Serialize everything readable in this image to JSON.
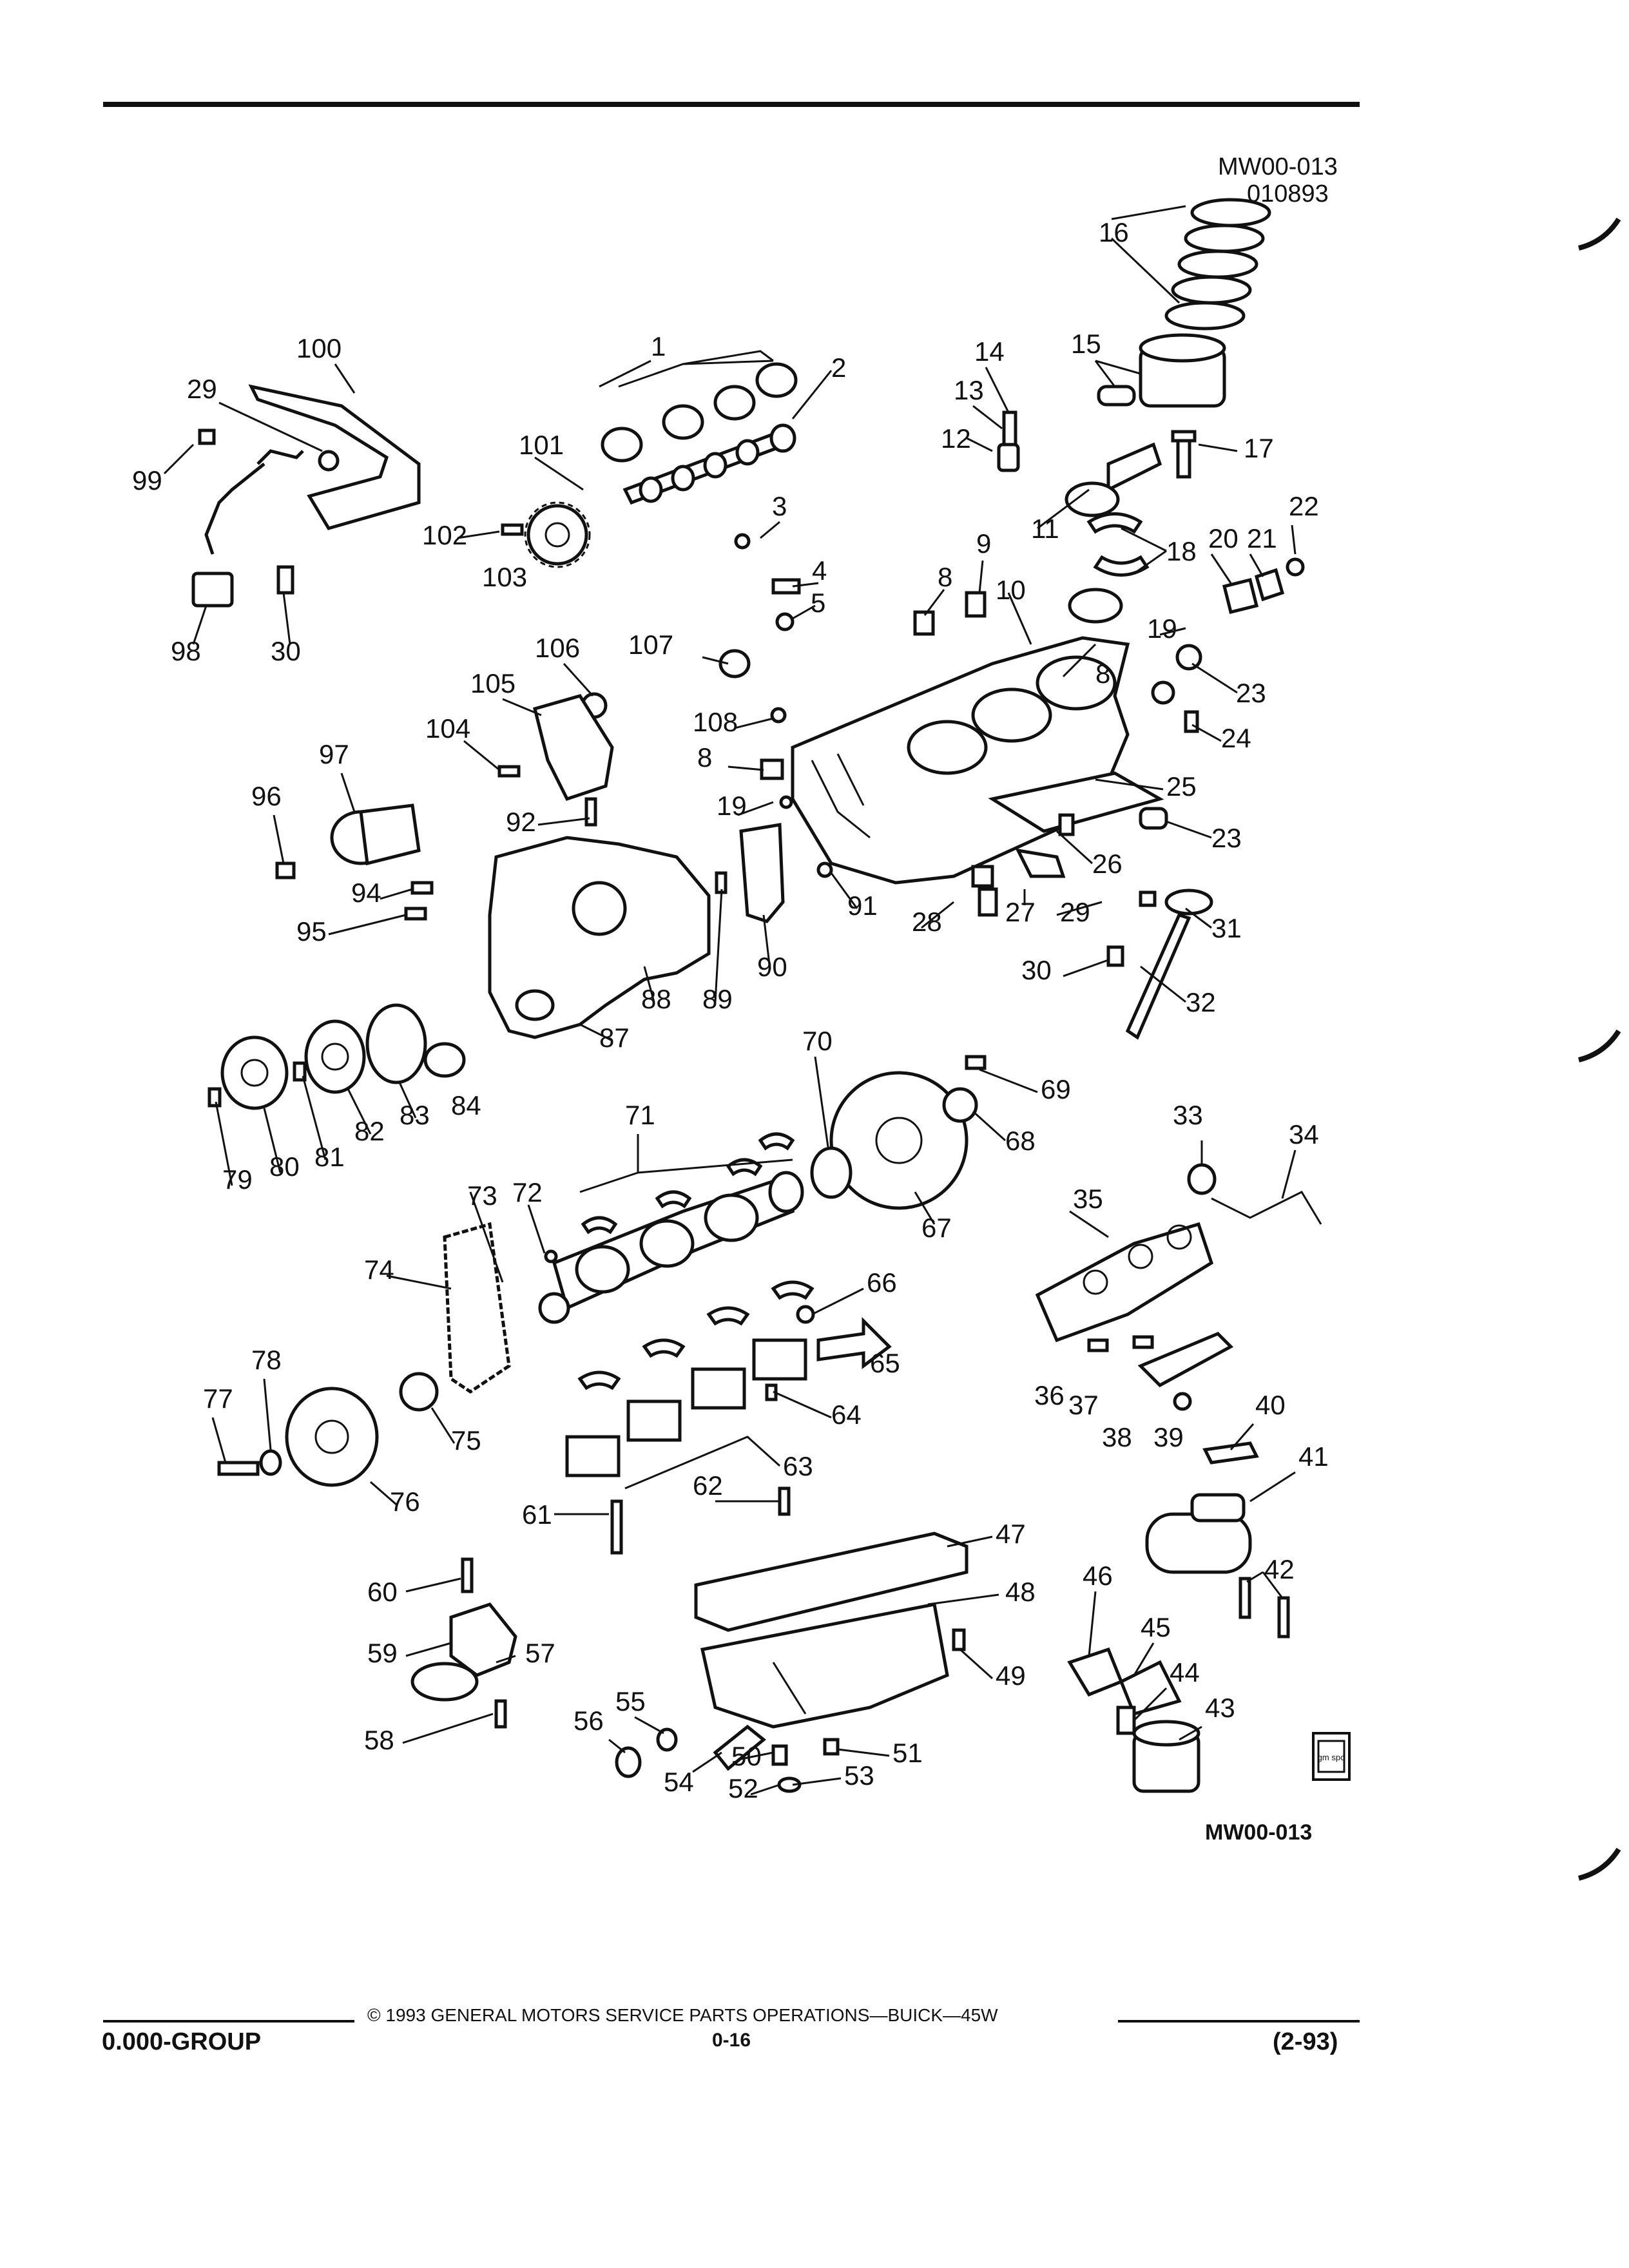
{
  "header": {
    "ref_code": "MW00-013",
    "ref_date": "010893"
  },
  "diagram": {
    "bottom_code": "MW00-013",
    "logo_text": "gm spo",
    "callouts": [
      "1",
      "2",
      "3",
      "4",
      "5",
      "8",
      "8",
      "8",
      "9",
      "10",
      "11",
      "12",
      "13",
      "14",
      "15",
      "16",
      "17",
      "18",
      "19",
      "19",
      "20",
      "21",
      "22",
      "23",
      "23",
      "24",
      "25",
      "26",
      "27",
      "28",
      "29",
      "29",
      "30",
      "30",
      "31",
      "32",
      "33",
      "34",
      "35",
      "36",
      "37",
      "38",
      "39",
      "40",
      "41",
      "42",
      "43",
      "44",
      "45",
      "46",
      "47",
      "48",
      "49",
      "50",
      "51",
      "52",
      "53",
      "54",
      "55",
      "56",
      "57",
      "58",
      "59",
      "60",
      "61",
      "62",
      "63",
      "64",
      "65",
      "66",
      "67",
      "68",
      "69",
      "70",
      "71",
      "72",
      "73",
      "74",
      "75",
      "76",
      "77",
      "78",
      "79",
      "80",
      "81",
      "82",
      "83",
      "84",
      "87",
      "88",
      "89",
      "90",
      "91",
      "92",
      "94",
      "95",
      "96",
      "97",
      "98",
      "99",
      "100",
      "101",
      "102",
      "103",
      "104",
      "105",
      "106",
      "107",
      "108"
    ]
  },
  "footer": {
    "copyright": "© 1993 GENERAL MOTORS SERVICE PARTS OPERATIONS—BUICK—45W",
    "group": "0.000-GROUP",
    "page": "0-16",
    "date_code": "(2-93)"
  }
}
